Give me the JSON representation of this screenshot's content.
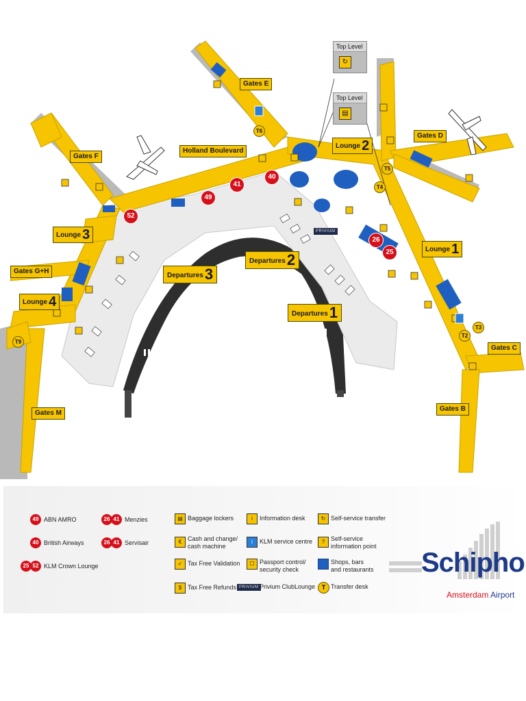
{
  "colors": {
    "corridor": "#f6c400",
    "shops": "#1f5fbf",
    "marker": "#d6101b",
    "apron": "#2e2e2e"
  },
  "map": {
    "gates": {
      "e": {
        "prefix": "Gates",
        "letter": "E"
      },
      "f": {
        "prefix": "Gates",
        "letter": "F"
      },
      "d": {
        "prefix": "Gates",
        "letter": "D"
      },
      "gh": {
        "prefix": "Gates",
        "letter": "G+H"
      },
      "m": {
        "prefix": "Gates",
        "letter": "M"
      },
      "b": {
        "prefix": "Gates",
        "letter": "B"
      },
      "c": {
        "prefix": "Gates",
        "letter": "C"
      }
    },
    "holland_boulevard": "Holland Boulevard",
    "lounges": {
      "l1": {
        "label": "Lounge",
        "num": "1"
      },
      "l2": {
        "label": "Lounge",
        "num": "2"
      },
      "l3": {
        "label": "Lounge",
        "num": "3"
      },
      "l4": {
        "label": "Lounge",
        "num": "4"
      }
    },
    "departures": {
      "d1": {
        "label": "Departures",
        "num": "1"
      },
      "d2": {
        "label": "Departures",
        "num": "2"
      },
      "d3": {
        "label": "Departures",
        "num": "3"
      }
    },
    "top_level": "Top Level",
    "transfer_points": [
      "T2",
      "T3",
      "T4",
      "T5",
      "T6",
      "T9"
    ],
    "markers": [
      "52",
      "49",
      "41",
      "40",
      "26",
      "25"
    ],
    "privium": "PRIVIUM"
  },
  "legend": {
    "abn_amro": {
      "codes": [
        "49"
      ],
      "label": "ABN AMRO"
    },
    "british_airways": {
      "codes": [
        "40"
      ],
      "label": "British Airways"
    },
    "klm_crown": {
      "codes": [
        "25",
        "52"
      ],
      "label": "KLM Crown Lounge"
    },
    "menzies": {
      "codes": [
        "26",
        "41"
      ],
      "label": "Menzies"
    },
    "servisair": {
      "codes": [
        "26",
        "41"
      ],
      "label": "Servisair"
    },
    "baggage_lockers": "Baggage lockers",
    "cash_change_1": "Cash and change/",
    "cash_change_2": "cash machine",
    "tax_free_validation": "Tax Free Validation",
    "tax_free_refunds": "Tax Free Refunds",
    "information_desk": "Information desk",
    "klm_service_centre": "KLM service centre",
    "passport_1": "Passport control/",
    "passport_2": "security check",
    "privium_lounge": "Privium ClubLounge",
    "self_transfer": "Self-service transfer",
    "self_info_1": "Self-service",
    "self_info_2": "information point",
    "shops_1": "Shops, bars",
    "shops_2": "and restaurants",
    "transfer_desk": "Transfer desk",
    "transfer_symbol": "T"
  },
  "logo": {
    "name": "Schiphol",
    "city": "Amsterdam",
    "airport": "Airport"
  }
}
